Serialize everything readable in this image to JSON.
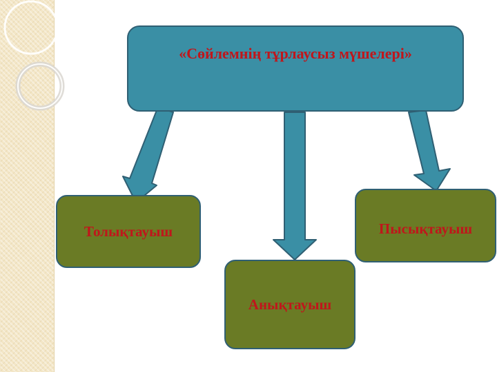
{
  "diagram": {
    "title": "«Сөйлемнің тұрлаусыз мүшелері»",
    "nodes": [
      {
        "id": "left",
        "label": "Толықтауыш"
      },
      {
        "id": "center",
        "label": "Анықтауыш"
      },
      {
        "id": "right",
        "label": "Пысықтауыш"
      }
    ],
    "colors": {
      "title_fill": "#3a8fa5",
      "node_fill": "#6a7b25",
      "arrow_fill": "#3a8fa5",
      "outline": "#2f5f73",
      "text": "#c0161b"
    }
  }
}
